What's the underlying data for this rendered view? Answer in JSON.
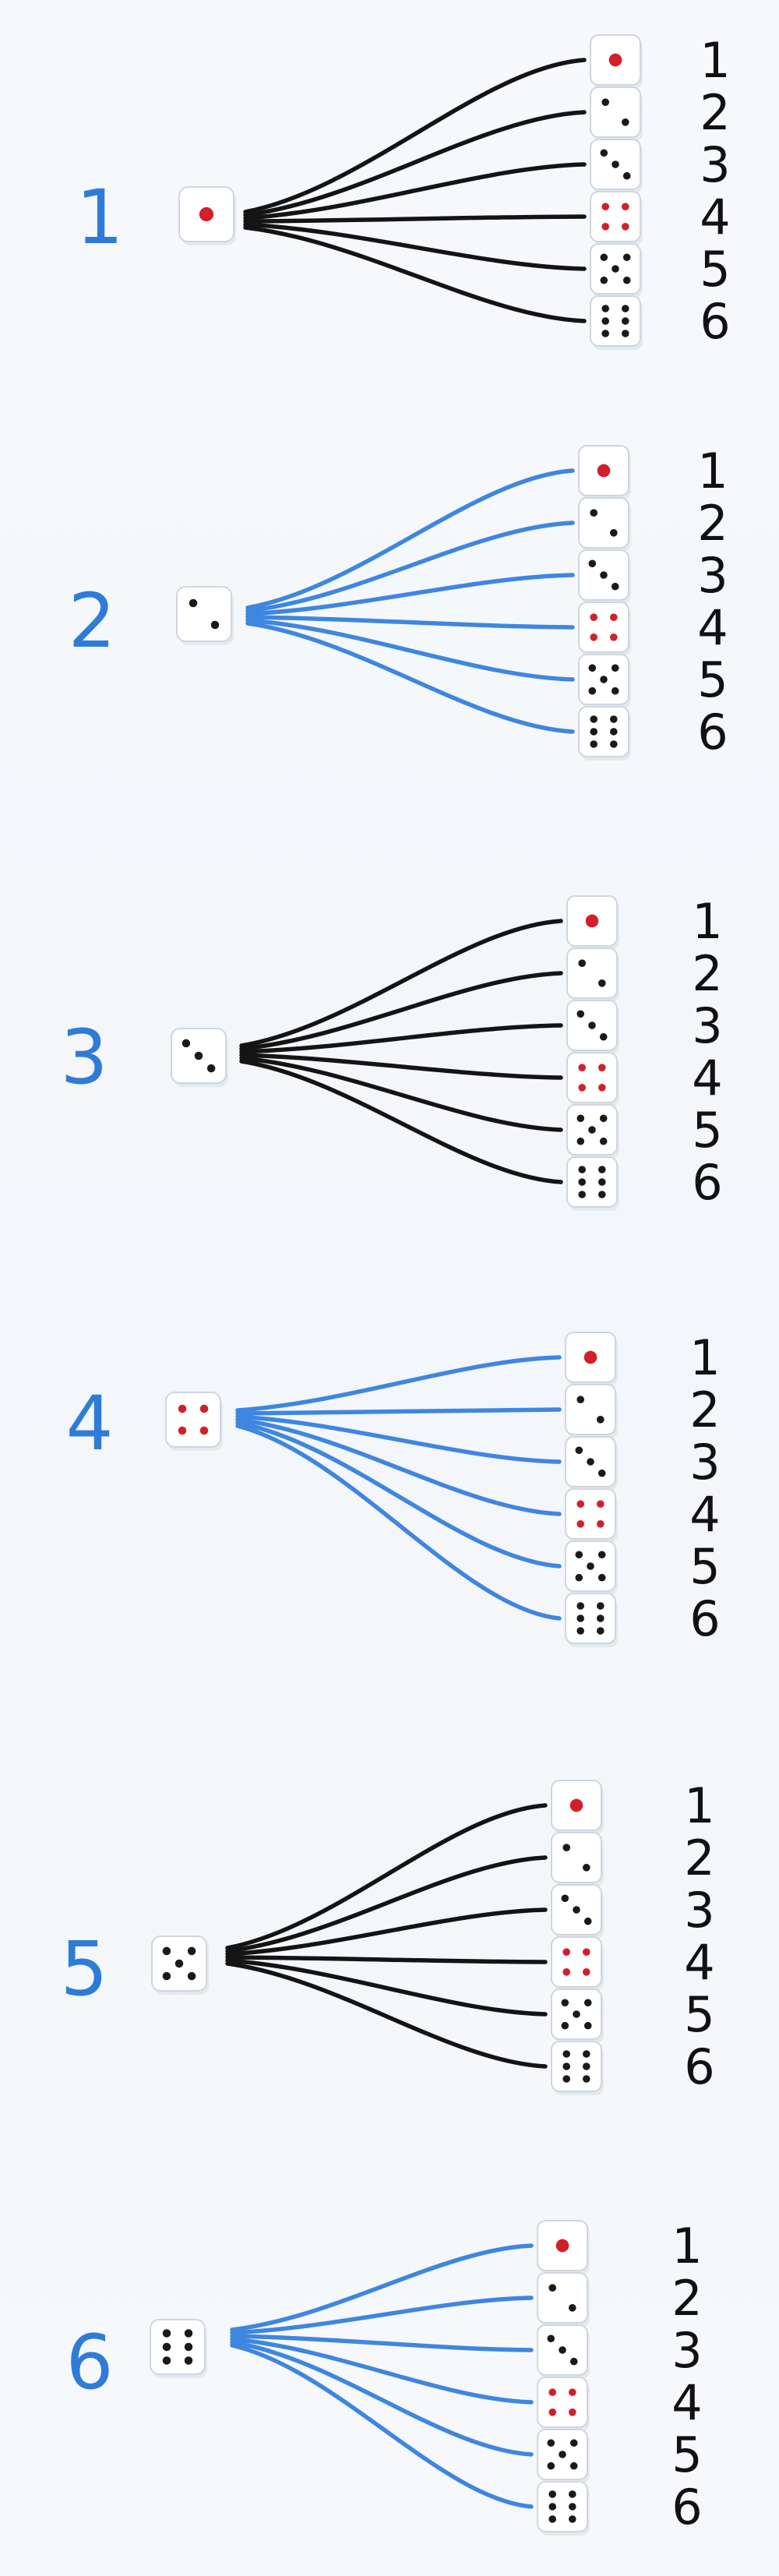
{
  "colors": {
    "black_marker": "#141414",
    "blue_marker": "#3f86e0",
    "blue_number": "#2f7cd8",
    "pip_black": "#1a1a1a",
    "pip_red": "#d2202a"
  },
  "groups": [
    {
      "label": "1",
      "first_die": 1,
      "line_color": "black",
      "outcomes": [
        "1",
        "2",
        "3",
        "4",
        "5",
        "6"
      ]
    },
    {
      "label": "2",
      "first_die": 2,
      "line_color": "blue",
      "outcomes": [
        "1",
        "2",
        "3",
        "4",
        "5",
        "6"
      ]
    },
    {
      "label": "3",
      "first_die": 3,
      "line_color": "black",
      "outcomes": [
        "1",
        "2",
        "3",
        "4",
        "5",
        "6"
      ]
    },
    {
      "label": "4",
      "first_die": 4,
      "line_color": "blue",
      "outcomes": [
        "1",
        "2",
        "3",
        "4",
        "5",
        "6"
      ]
    },
    {
      "label": "5",
      "first_die": 5,
      "line_color": "black",
      "outcomes": [
        "1",
        "2",
        "3",
        "4",
        "5",
        "6"
      ]
    },
    {
      "label": "6",
      "first_die": 6,
      "line_color": "blue",
      "outcomes": [
        "1",
        "2",
        "3",
        "4",
        "5",
        "6"
      ]
    }
  ]
}
